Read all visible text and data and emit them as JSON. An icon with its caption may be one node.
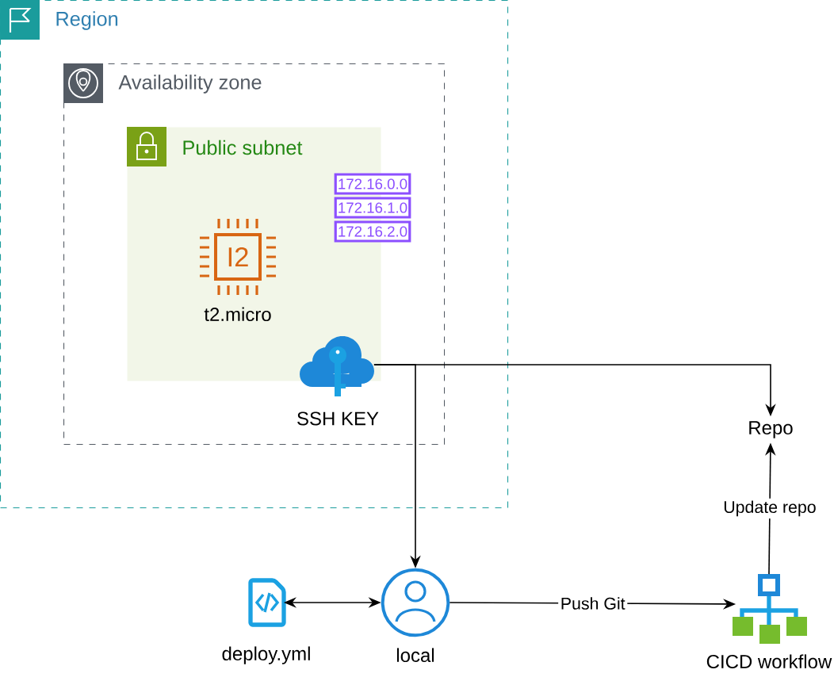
{
  "diagram": {
    "nodes": [
      {
        "text": [
          "Region"
        ]
      },
      {
        "text": [
          "Availability zone"
        ],
        "in": 0
      },
      {
        "text": [
          "Public subnet"
        ],
        "in": 1
      },
      {
        "text": [
          "I2",
          "t2.micro"
        ],
        "in": 2
      },
      {
        "text": [
          "172.16.0.0"
        ],
        "in": 2
      },
      {
        "text": [
          "172.16.1.0"
        ],
        "in": 2
      },
      {
        "text": [
          "172.16.2.0"
        ],
        "in": 2
      },
      {
        "text": [
          "SSH KEY"
        ],
        "in": 1
      },
      {
        "text": [
          "Repo"
        ]
      },
      {
        "text": [
          "deploy.yml"
        ]
      },
      {
        "text": [
          "local"
        ]
      },
      {
        "text": [
          "CICD workflow"
        ]
      }
    ],
    "edges": [
      {
        "from": 7,
        "to": 8,
        "arrow": "to"
      },
      {
        "from": 7,
        "to": 10,
        "arrow": "to"
      },
      {
        "from": 10,
        "to": 9,
        "arrow": "both"
      },
      {
        "from": 10,
        "to": 11,
        "arrow": "to",
        "label": "Push Git"
      },
      {
        "from": 11,
        "to": 8,
        "arrow": "to",
        "label": "Update repo"
      }
    ]
  }
}
